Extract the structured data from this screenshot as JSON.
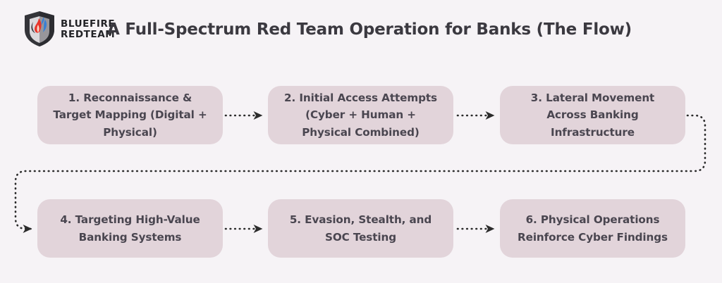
{
  "header": {
    "brand": {
      "icon": "shield-flame-logo",
      "line1": "BLUEFIRE",
      "line2": "REDTEAM"
    },
    "title": "A Full-Spectrum Red Team Operation for Banks (The Flow)"
  },
  "flow": {
    "nodes": [
      {
        "id": "1",
        "label": "1. Reconnaissance & Target Mapping (Digital + Physical)"
      },
      {
        "id": "2",
        "label": "2. Initial Access Attempts (Cyber + Human + Physical Combined)"
      },
      {
        "id": "3",
        "label": "3. Lateral Movement Across Banking Infrastructure"
      },
      {
        "id": "4",
        "label": "4. Targeting High-Value Banking Systems"
      },
      {
        "id": "5",
        "label": "5. Evasion, Stealth, and SOC Testing"
      },
      {
        "id": "6",
        "label": "6. Physical Operations Reinforce Cyber Findings"
      }
    ],
    "connectors": [
      {
        "from": "1",
        "to": "2",
        "style": "dotted-arrow",
        "direction": "right"
      },
      {
        "from": "2",
        "to": "3",
        "style": "dotted-arrow",
        "direction": "right"
      },
      {
        "from": "3",
        "to": "4",
        "style": "dotted-arrow",
        "direction": "wrap-down-left"
      },
      {
        "from": "4",
        "to": "5",
        "style": "dotted-arrow",
        "direction": "right"
      },
      {
        "from": "5",
        "to": "6",
        "style": "dotted-arrow",
        "direction": "right"
      }
    ]
  },
  "colors": {
    "background": "#f6f3f6",
    "node_fill": "#e2d4da",
    "node_text": "#4a4650",
    "title_text": "#3b3940",
    "connector": "#2b2b2b",
    "logo_red": "#e8352b",
    "logo_blue": "#3a7fd5",
    "logo_shield": "#343439"
  }
}
